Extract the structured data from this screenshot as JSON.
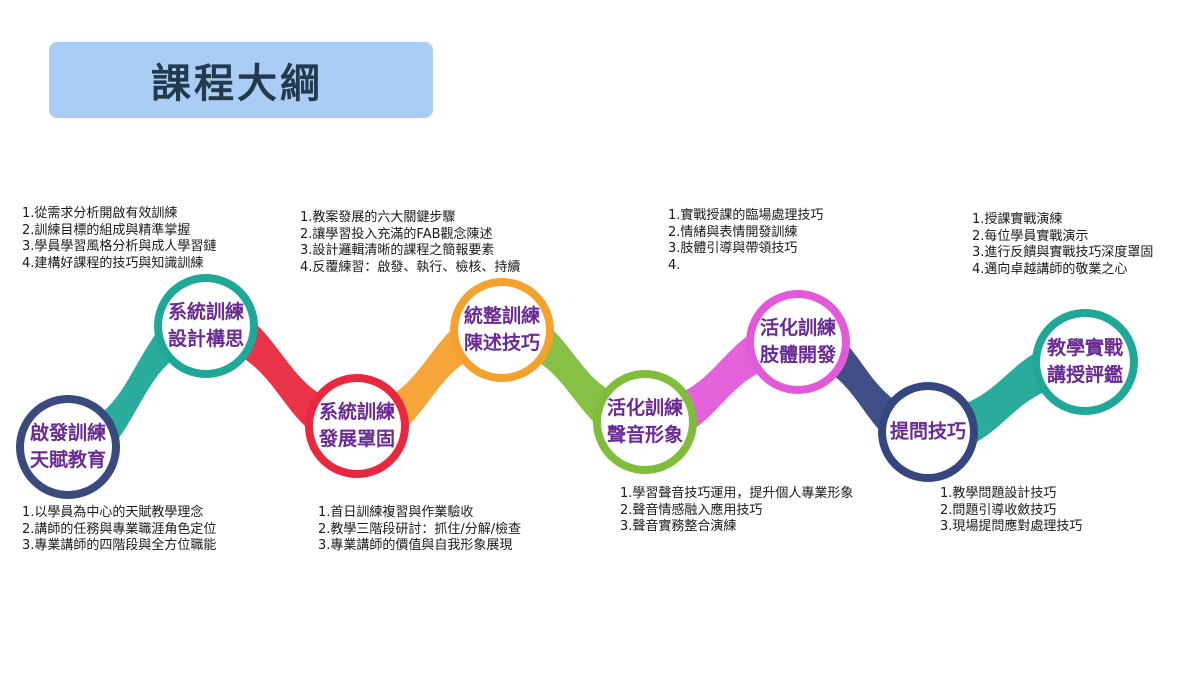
{
  "title": "課程大綱",
  "colors": {
    "title_bg": "#a9cdf5",
    "label": "#6a2a95"
  },
  "stages": [
    {
      "id": "s1",
      "line1": "啟發訓練",
      "line2": "天賦教育",
      "color": "#3a4a7d",
      "items": [
        "1.以學員為中心的天賦教學理念",
        "2.講師的任務與專業職涯角色定位",
        "3.專業講師的四階段與全方位職能"
      ]
    },
    {
      "id": "s2",
      "line1": "系統訓練",
      "line2": "設計構思",
      "color": "#1fa898",
      "items": [
        "1.從需求分析開啟有效訓練",
        "2.訓練目標的組成與精準掌握",
        "3.學員學習風格分析與成人學習鏈",
        "4.建構好課程的技巧與知識訓練"
      ]
    },
    {
      "id": "s3",
      "line1": "系統訓練",
      "line2": "發展罩固",
      "color": "#e8283f",
      "items": [
        "1.首日訓練複習與作業驗收",
        "2.教學三階段研討：抓住/分解/檢查",
        "3.專業講師的價值與自我形象展現"
      ]
    },
    {
      "id": "s4",
      "line1": "統整訓練",
      "line2": "陳述技巧",
      "color": "#f5a12d",
      "items": [
        "1.教案發展的六大關鍵步驟",
        "2.讓學習投入充滿的FAB觀念陳述",
        "3.設計邏輯清晰的課程之簡報要素",
        "4.反覆練習：啟發、執行、檢核、持續"
      ]
    },
    {
      "id": "s5",
      "line1": "活化訓練",
      "line2": "聲音形象",
      "color": "#7fbd3a",
      "items": [
        "1.學習聲音技巧運用，提升個人專業形象",
        "2.聲音情感融入應用技巧",
        "3.聲音實務整合演練"
      ]
    },
    {
      "id": "s6",
      "line1": "活化訓練",
      "line2": "肢體開發",
      "color": "#e25ad9",
      "items": [
        "1.實戰授課的臨場處理技巧",
        "2.情緒與表情開發訓練",
        "3.肢體引導與帶領技巧",
        "4."
      ]
    },
    {
      "id": "s7",
      "line1": "提問技巧",
      "line2": "",
      "color": "#364780",
      "items": [
        "1.教學問題設計技巧",
        "2.問題引導收斂技巧",
        "3.現場提問應對處理技巧"
      ]
    },
    {
      "id": "s8",
      "line1": "教學實戰",
      "line2": "講授評鑑",
      "color": "#1fa898",
      "items": [
        "1.授課實戰演練",
        "2.每位學員實戰演示",
        "3.進行反饋與實戰技巧深度罩固",
        "4.邁向卓越講師的敬業之心"
      ]
    }
  ]
}
